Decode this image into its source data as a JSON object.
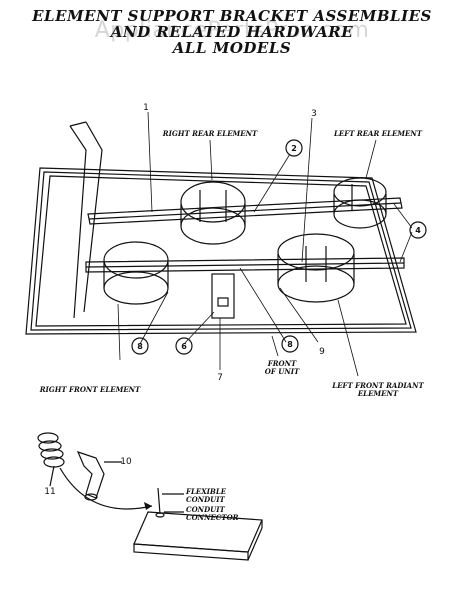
{
  "title": {
    "line1": "ELEMENT SUPPORT BRACKET ASSEMBLIES",
    "line2": "AND RELATED HARDWARE",
    "line3": "ALL MODELS"
  },
  "watermark": "AppliancePartsPros.com",
  "labels": {
    "right_rear": "RIGHT REAR ELEMENT",
    "left_rear": "LEFT REAR ELEMENT",
    "right_front": "RIGHT FRONT ELEMENT",
    "left_front_1": "LEFT FRONT RADIANT",
    "left_front_2": "ELEMENT",
    "front_1": "FRONT",
    "front_2": "OF UNIT",
    "flex_1": "FLEXIBLE",
    "flex_2": "CONDUIT",
    "conn_1": "CONDUIT",
    "conn_2": "CONNECTOR"
  },
  "callouts": {
    "c1": "1",
    "c2": "2",
    "c3": "3",
    "c4": "4",
    "c6": "6",
    "c7": "7",
    "c8a": "8",
    "c8b": "8",
    "c9": "9",
    "c10": "10",
    "c11": "11"
  }
}
